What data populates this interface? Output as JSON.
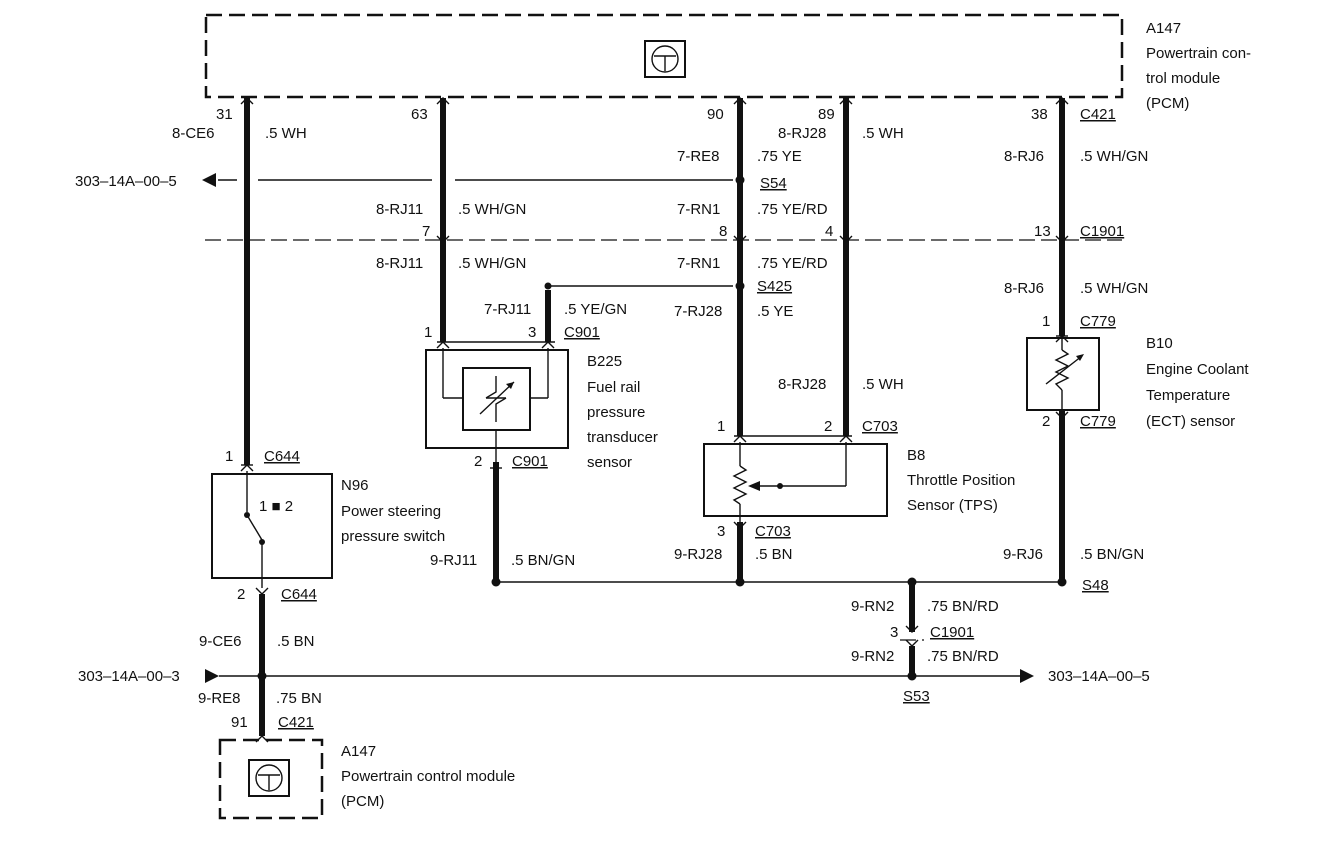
{
  "modules": {
    "pcm_top": {
      "id": "A147",
      "name_lines": [
        "Powertrain con-",
        "trol module",
        "(PCM)"
      ]
    },
    "pcm_bottom": {
      "id": "A147",
      "name_lines": [
        "Powertrain control module",
        "(PCM)"
      ]
    }
  },
  "components": {
    "b225": {
      "id": "B225",
      "name_lines": [
        "Fuel rail",
        "pressure",
        "transducer",
        "sensor"
      ]
    },
    "b8": {
      "id": "B8",
      "name_lines": [
        "Throttle Position",
        "Sensor (TPS)"
      ]
    },
    "b10": {
      "id": "B10",
      "name_lines": [
        "Engine Coolant",
        "Temperature",
        "(ECT) sensor"
      ]
    },
    "n96": {
      "id": "N96",
      "name_lines": [
        "Power steering",
        "pressure switch"
      ],
      "switch_label": "1 ■ 2"
    }
  },
  "references": {
    "left_top": "303–14A–00–5",
    "left_bottom": "303–14A–00–3",
    "right_bottom": "303–14A–00–5"
  },
  "labels": {
    "pin31": "31",
    "ckt_8ce6": "8-CE6",
    "w_5wh_a": ".5 WH",
    "pin63": "63",
    "pin90": "90",
    "ckt_7re8": "7-RE8",
    "w_75ye_a": ".75 YE",
    "s54": "S54",
    "pin89": "89",
    "ckt_8rj28_a": "8-RJ28",
    "w_5wh_b": ".5 WH",
    "pin38": "38",
    "c421_a": "C421",
    "ckt_8rj6_a": "8-RJ6",
    "w_5whgn_a": ".5 WH/GN",
    "ckt_8rj11_a": "8-RJ11",
    "w_5whgn_b": ".5 WH/GN",
    "ckt_7rn1_a": "7-RN1",
    "w_75yerd_a": ".75 YE/RD",
    "pin7": "7",
    "pin8": "8",
    "pin4": "4",
    "pin13": "13",
    "c1901_a": "C1901",
    "ckt_8rj11_b": "8-RJ11",
    "w_5whgn_c": ".5 WH/GN",
    "ckt_7rn1_b": "7-RN1",
    "w_75yerd_b": ".75 YE/RD",
    "s425": "S425",
    "ckt_8rj6_b": "8-RJ6",
    "w_5whgn_d": ".5 WH/GN",
    "ckt_7rj11": "7-RJ11",
    "w_5yegn": ".5 YE/GN",
    "pin1_c901": "1",
    "pin3_c901": "3",
    "c901_a": "C901",
    "ckt_7rj28": "7-RJ28",
    "w_5ye": ".5 YE",
    "pin1_c779": "1",
    "c779_a": "C779",
    "ckt_8rj28_b": "8-RJ28",
    "w_5wh_c": ".5 WH",
    "pin1_c703": "1",
    "pin2_c703": "2",
    "c703_a": "C703",
    "pin2_c779": "2",
    "c779_b": "C779",
    "pin1_c644": "1",
    "c644_a": "C644",
    "pin2_c901": "2",
    "c901_b": "C901",
    "pin3_c703": "3",
    "c703_b": "C703",
    "ckt_9rj11": "9-RJ11",
    "w_5bngn_a": ".5 BN/GN",
    "ckt_9rj28": "9-RJ28",
    "w_5bn_a": ".5 BN",
    "ckt_9rj6": "9-RJ6",
    "w_5bngn_b": ".5 BN/GN",
    "s48": "S48",
    "pin2_c644": "2",
    "c644_b": "C644",
    "ckt_9rn2_a": "9-RN2",
    "w_75bnrd_a": ".75 BN/RD",
    "pin3_c1901": "3",
    "c1901_b": "C1901",
    "ckt_9ce6": "9-CE6",
    "w_5bn_b": ".5 BN",
    "ckt_9rn2_b": "9-RN2",
    "w_75bnrd_b": ".75 BN/RD",
    "ckt_9re8": "9-RE8",
    "w_75bn": ".75 BN",
    "s53": "S53",
    "pin91": "91",
    "c421_b": "C421"
  }
}
